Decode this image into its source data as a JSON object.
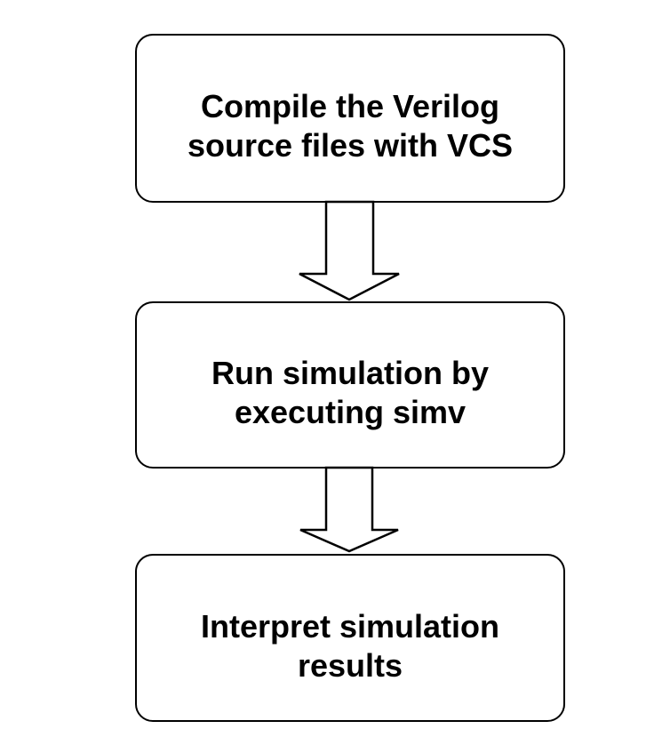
{
  "diagram": {
    "type": "flowchart",
    "background_color": "#ffffff",
    "stroke_color": "#000000",
    "text_color": "#000000",
    "nodes": [
      {
        "id": "compile-verilog",
        "label": "Compile the Verilog\nsource files with VCS"
      },
      {
        "id": "run-simulation",
        "label": "Run simulation by\nexecuting simv"
      },
      {
        "id": "interpret-results",
        "label": "Interpret simulation\nresults"
      }
    ],
    "connectors": [
      {
        "from": "compile-verilog",
        "to": "run-simulation",
        "type": "block-arrow-down"
      },
      {
        "from": "run-simulation",
        "to": "interpret-results",
        "type": "block-arrow-down"
      }
    ]
  }
}
